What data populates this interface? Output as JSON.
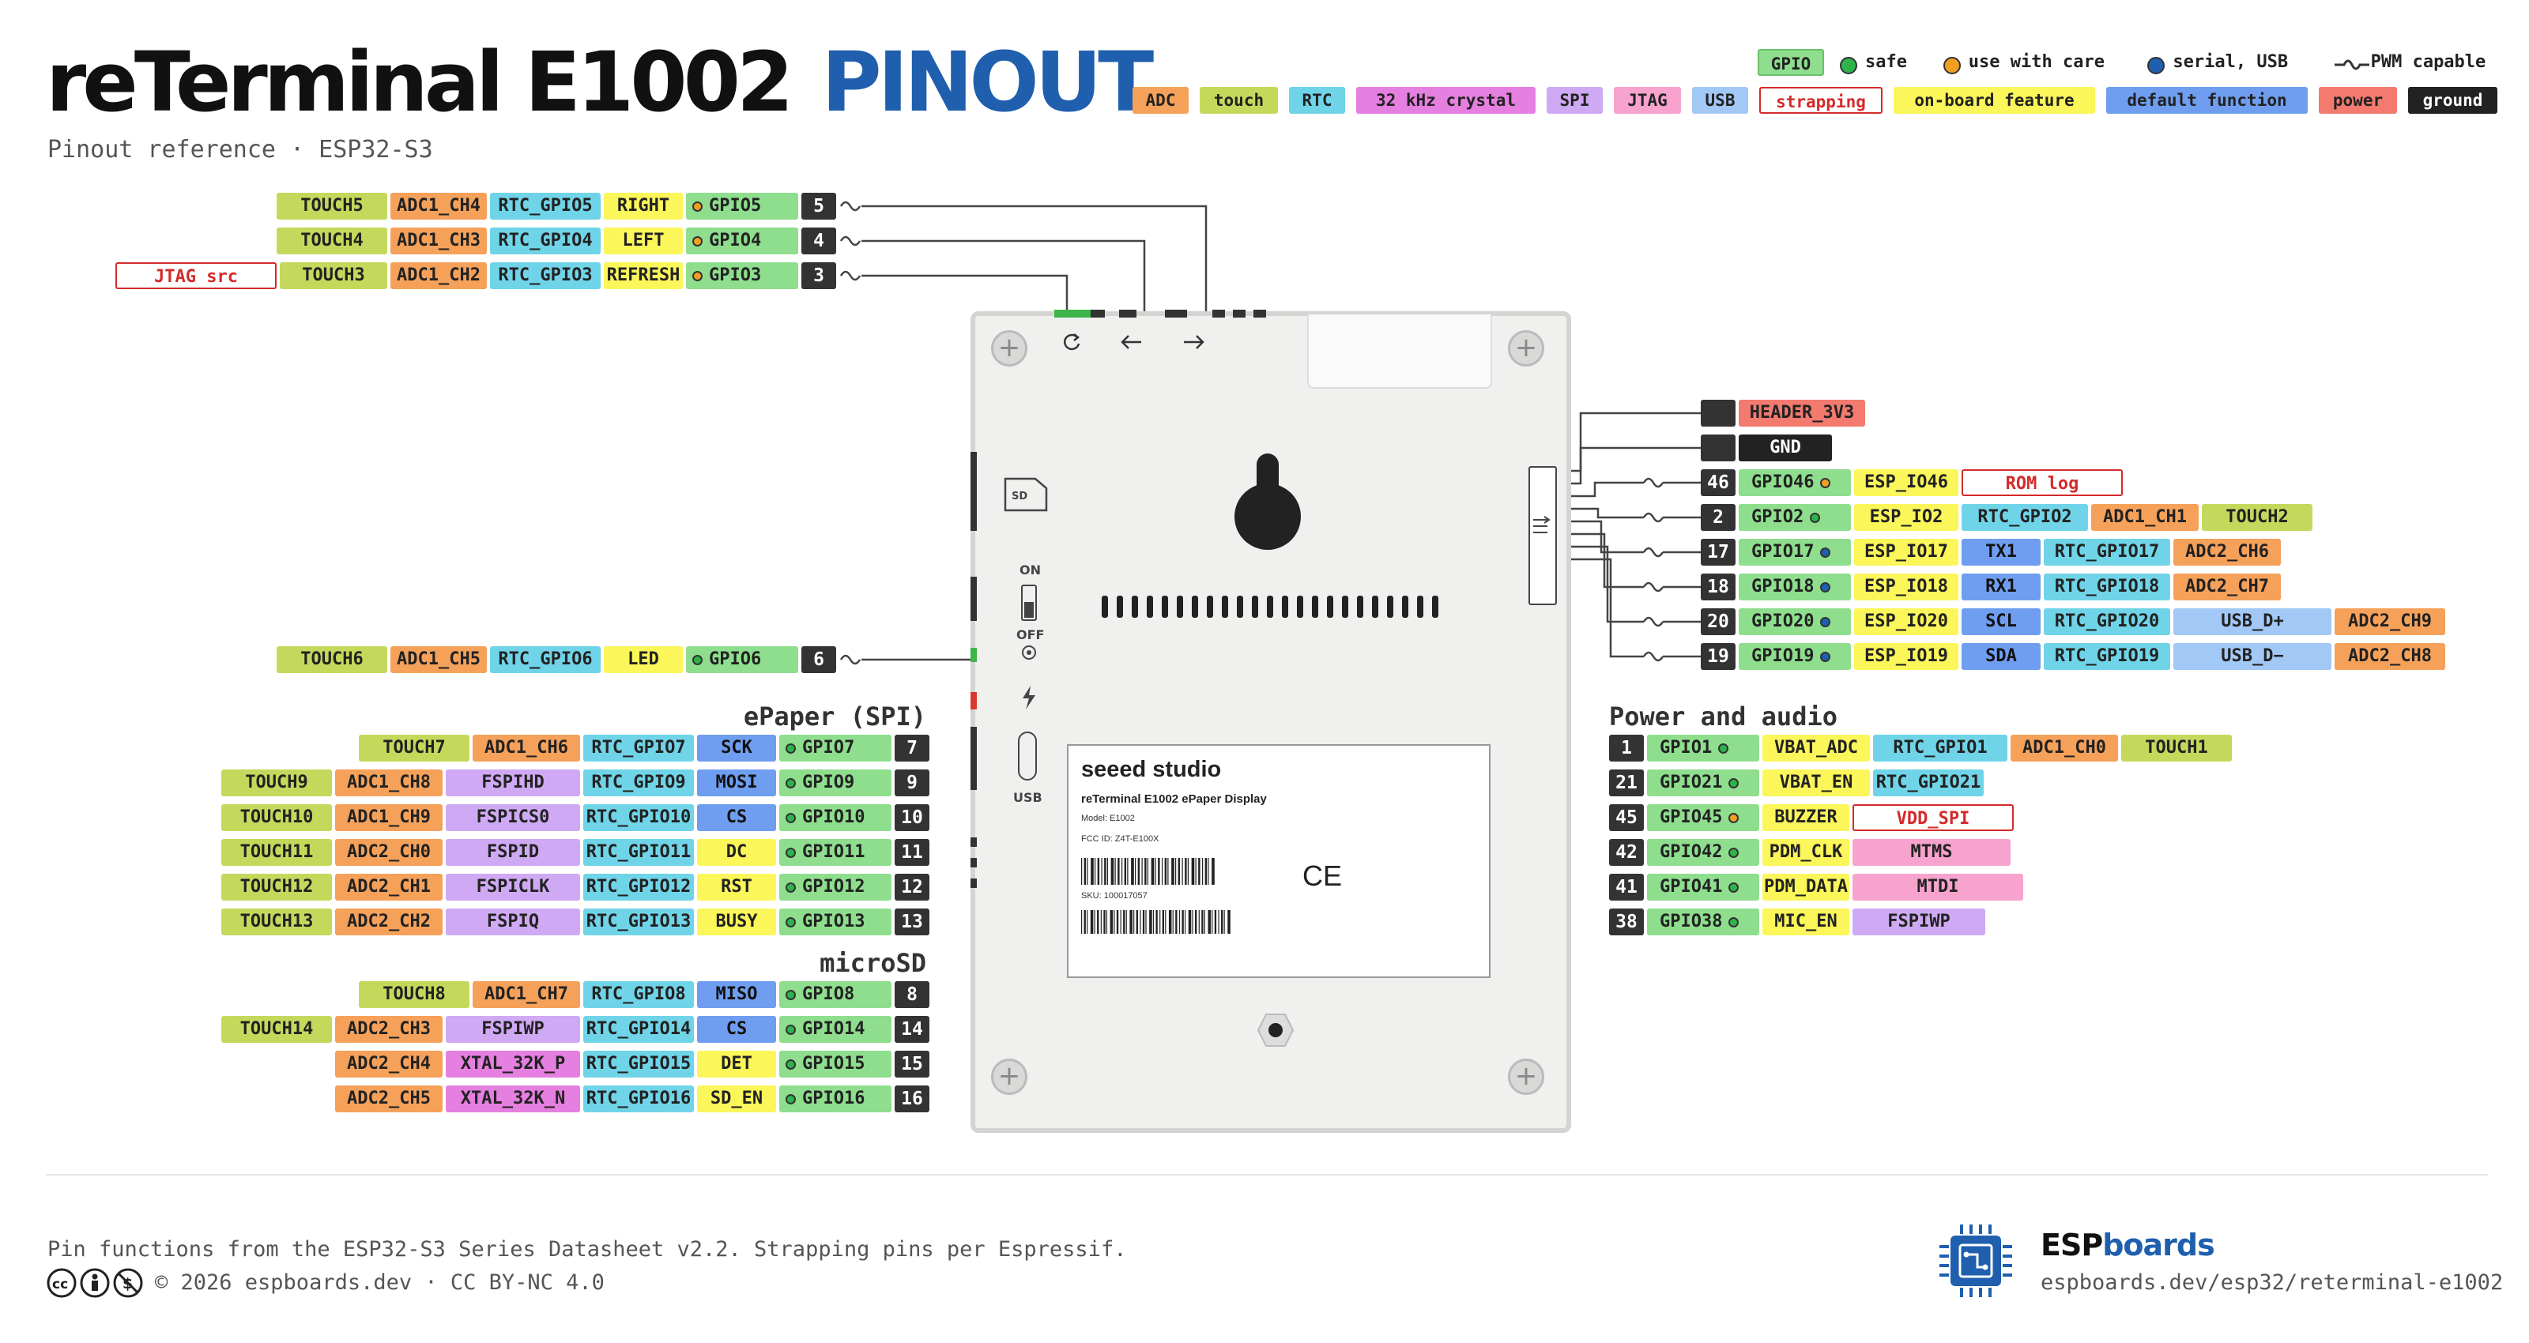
{
  "title": {
    "main": "reTerminal E1002",
    "accent": "PINOUT"
  },
  "subtitle": "Pinout reference · ESP32-S3",
  "legend": {
    "row1": [
      {
        "kind": "tag",
        "text": "GPIO",
        "bg": "#8ede8e"
      },
      {
        "kind": "dot",
        "text": "safe",
        "color": "#2db34a"
      },
      {
        "kind": "dot",
        "text": "use with care",
        "color": "#f0a020"
      },
      {
        "kind": "dot",
        "text": "serial, USB",
        "color": "#1f5fae"
      },
      {
        "kind": "pwm",
        "text": "PWM capable"
      }
    ],
    "row2": [
      {
        "text": "ADC",
        "bg": "#f5a15a"
      },
      {
        "text": "touch",
        "bg": "#c4d95c"
      },
      {
        "text": "RTC",
        "bg": "#70d4e8"
      },
      {
        "text": "32 kHz crystal",
        "bg": "#e57fe0"
      },
      {
        "text": "SPI",
        "bg": "#cfa9f3"
      },
      {
        "text": "JTAG",
        "bg": "#f7a3cd"
      },
      {
        "text": "USB",
        "bg": "#a2c8f5"
      },
      {
        "text": "strapping",
        "bg": "#ffffff",
        "fg": "#d42a2a",
        "border": "#d42a2a"
      },
      {
        "text": "on-board feature",
        "bg": "#fbf65a"
      },
      {
        "text": "default function",
        "bg": "#6f9ef0"
      },
      {
        "text": "power",
        "bg": "#f27a6e"
      },
      {
        "text": "ground",
        "bg": "#222222",
        "fg": "#ffffff"
      }
    ]
  },
  "colors": {
    "gpio": "#8ede8e",
    "adc": "#f5a15a",
    "touch": "#c4d95c",
    "rtc": "#70d4e8",
    "xtal": "#e57fe0",
    "spi": "#cfa9f3",
    "jtag": "#f7a3cd",
    "usb": "#a2c8f5",
    "onboard": "#fbf65a",
    "default": "#6f9ef0",
    "power": "#f27a6e",
    "ground": "#222222",
    "safe": "#2db34a",
    "care": "#f0a020",
    "serial": "#1f5fae"
  },
  "top_pins": [
    {
      "num": "5",
      "gpio": "GPIO5",
      "dot": "care",
      "pwm": true,
      "labels": [
        {
          "t": "TOUCH5",
          "c": "touch"
        },
        {
          "t": "ADC1_CH4",
          "c": "adc"
        },
        {
          "t": "RTC_GPIO5",
          "c": "rtc"
        },
        {
          "t": "RIGHT",
          "c": "onboard"
        }
      ]
    },
    {
      "num": "4",
      "gpio": "GPIO4",
      "dot": "care",
      "pwm": true,
      "labels": [
        {
          "t": "TOUCH4",
          "c": "touch"
        },
        {
          "t": "ADC1_CH3",
          "c": "adc"
        },
        {
          "t": "RTC_GPIO4",
          "c": "rtc"
        },
        {
          "t": "LEFT",
          "c": "onboard"
        }
      ]
    },
    {
      "num": "3",
      "gpio": "GPIO3",
      "dot": "care",
      "pwm": true,
      "labels": [
        {
          "t": "JTAG src",
          "c": "strap"
        },
        {
          "t": "TOUCH3",
          "c": "touch"
        },
        {
          "t": "ADC1_CH2",
          "c": "adc"
        },
        {
          "t": "RTC_GPIO3",
          "c": "rtc"
        },
        {
          "t": "REFRESH",
          "c": "onboard"
        }
      ]
    }
  ],
  "led_pin": {
    "num": "6",
    "gpio": "GPIO6",
    "dot": "safe",
    "pwm": true,
    "labels": [
      {
        "t": "TOUCH6",
        "c": "touch"
      },
      {
        "t": "ADC1_CH5",
        "c": "adc"
      },
      {
        "t": "RTC_GPIO6",
        "c": "rtc"
      },
      {
        "t": "LED",
        "c": "onboard"
      }
    ]
  },
  "epaper": {
    "heading": "ePaper (SPI)",
    "pins": [
      {
        "num": "7",
        "gpio": "GPIO7",
        "dot": "safe",
        "labels": [
          {
            "t": "TOUCH7",
            "c": "touch"
          },
          {
            "t": "ADC1_CH6",
            "c": "adc"
          },
          {
            "t": "RTC_GPIO7",
            "c": "rtc"
          },
          {
            "t": "SCK",
            "c": "default"
          }
        ]
      },
      {
        "num": "9",
        "gpio": "GPIO9",
        "dot": "safe",
        "labels": [
          {
            "t": "TOUCH9",
            "c": "touch"
          },
          {
            "t": "ADC1_CH8",
            "c": "adc"
          },
          {
            "t": "FSPIHD",
            "c": "spi"
          },
          {
            "t": "RTC_GPIO9",
            "c": "rtc"
          },
          {
            "t": "MOSI",
            "c": "default"
          }
        ]
      },
      {
        "num": "10",
        "gpio": "GPIO10",
        "dot": "safe",
        "labels": [
          {
            "t": "TOUCH10",
            "c": "touch"
          },
          {
            "t": "ADC1_CH9",
            "c": "adc"
          },
          {
            "t": "FSPICS0",
            "c": "spi"
          },
          {
            "t": "RTC_GPIO10",
            "c": "rtc"
          },
          {
            "t": "CS",
            "c": "default"
          }
        ]
      },
      {
        "num": "11",
        "gpio": "GPIO11",
        "dot": "safe",
        "labels": [
          {
            "t": "TOUCH11",
            "c": "touch"
          },
          {
            "t": "ADC2_CH0",
            "c": "adc"
          },
          {
            "t": "FSPID",
            "c": "spi"
          },
          {
            "t": "RTC_GPIO11",
            "c": "rtc"
          },
          {
            "t": "DC",
            "c": "onboard"
          }
        ]
      },
      {
        "num": "12",
        "gpio": "GPIO12",
        "dot": "safe",
        "labels": [
          {
            "t": "TOUCH12",
            "c": "touch"
          },
          {
            "t": "ADC2_CH1",
            "c": "adc"
          },
          {
            "t": "FSPICLK",
            "c": "spi"
          },
          {
            "t": "RTC_GPIO12",
            "c": "rtc"
          },
          {
            "t": "RST",
            "c": "onboard"
          }
        ]
      },
      {
        "num": "13",
        "gpio": "GPIO13",
        "dot": "safe",
        "labels": [
          {
            "t": "TOUCH13",
            "c": "touch"
          },
          {
            "t": "ADC2_CH2",
            "c": "adc"
          },
          {
            "t": "FSPIQ",
            "c": "spi"
          },
          {
            "t": "RTC_GPIO13",
            "c": "rtc"
          },
          {
            "t": "BUSY",
            "c": "onboard"
          }
        ]
      }
    ]
  },
  "microsd": {
    "heading": "microSD",
    "pins": [
      {
        "num": "8",
        "gpio": "GPIO8",
        "dot": "safe",
        "labels": [
          {
            "t": "TOUCH8",
            "c": "touch"
          },
          {
            "t": "ADC1_CH7",
            "c": "adc"
          },
          {
            "t": "RTC_GPIO8",
            "c": "rtc"
          },
          {
            "t": "MISO",
            "c": "default"
          }
        ]
      },
      {
        "num": "14",
        "gpio": "GPIO14",
        "dot": "safe",
        "labels": [
          {
            "t": "TOUCH14",
            "c": "touch"
          },
          {
            "t": "ADC2_CH3",
            "c": "adc"
          },
          {
            "t": "FSPIWP",
            "c": "spi"
          },
          {
            "t": "RTC_GPIO14",
            "c": "rtc"
          },
          {
            "t": "CS",
            "c": "default"
          }
        ]
      },
      {
        "num": "15",
        "gpio": "GPIO15",
        "dot": "safe",
        "labels": [
          {
            "t": "ADC2_CH4",
            "c": "adc"
          },
          {
            "t": "XTAL_32K_P",
            "c": "xtal"
          },
          {
            "t": "RTC_GPIO15",
            "c": "rtc"
          },
          {
            "t": "DET",
            "c": "onboard"
          }
        ]
      },
      {
        "num": "16",
        "gpio": "GPIO16",
        "dot": "safe",
        "labels": [
          {
            "t": "ADC2_CH5",
            "c": "adc"
          },
          {
            "t": "XTAL_32K_N",
            "c": "xtal"
          },
          {
            "t": "RTC_GPIO16",
            "c": "rtc"
          },
          {
            "t": "SD_EN",
            "c": "onboard"
          }
        ]
      }
    ]
  },
  "header_pins": [
    {
      "kind": "power",
      "text": "HEADER_3V3"
    },
    {
      "kind": "ground",
      "text": "GND"
    },
    {
      "num": "46",
      "gpio": "GPIO46",
      "dot": "care",
      "pwm": true,
      "labels": [
        {
          "t": "ESP_IO46",
          "c": "onboard"
        },
        {
          "t": "ROM log",
          "c": "strap"
        }
      ]
    },
    {
      "num": "2",
      "gpio": "GPIO2",
      "dot": "safe",
      "pwm": true,
      "labels": [
        {
          "t": "ESP_IO2",
          "c": "onboard"
        },
        {
          "t": "RTC_GPIO2",
          "c": "rtc"
        },
        {
          "t": "ADC1_CH1",
          "c": "adc"
        },
        {
          "t": "TOUCH2",
          "c": "touch"
        }
      ]
    },
    {
      "num": "17",
      "gpio": "GPIO17",
      "dot": "serial",
      "pwm": true,
      "labels": [
        {
          "t": "ESP_IO17",
          "c": "onboard"
        },
        {
          "t": "TX1",
          "c": "default"
        },
        {
          "t": "RTC_GPIO17",
          "c": "rtc"
        },
        {
          "t": "ADC2_CH6",
          "c": "adc"
        }
      ]
    },
    {
      "num": "18",
      "gpio": "GPIO18",
      "dot": "serial",
      "pwm": true,
      "labels": [
        {
          "t": "ESP_IO18",
          "c": "onboard"
        },
        {
          "t": "RX1",
          "c": "default"
        },
        {
          "t": "RTC_GPIO18",
          "c": "rtc"
        },
        {
          "t": "ADC2_CH7",
          "c": "adc"
        }
      ]
    },
    {
      "num": "20",
      "gpio": "GPIO20",
      "dot": "serial",
      "pwm": true,
      "labels": [
        {
          "t": "ESP_IO20",
          "c": "onboard"
        },
        {
          "t": "SCL",
          "c": "default"
        },
        {
          "t": "RTC_GPIO20",
          "c": "rtc"
        },
        {
          "t": "USB_D+",
          "c": "usb"
        },
        {
          "t": "ADC2_CH9",
          "c": "adc"
        }
      ]
    },
    {
      "num": "19",
      "gpio": "GPIO19",
      "dot": "serial",
      "pwm": true,
      "labels": [
        {
          "t": "ESP_IO19",
          "c": "onboard"
        },
        {
          "t": "SDA",
          "c": "default"
        },
        {
          "t": "RTC_GPIO19",
          "c": "rtc"
        },
        {
          "t": "USB_D−",
          "c": "usb"
        },
        {
          "t": "ADC2_CH8",
          "c": "adc"
        }
      ]
    }
  ],
  "power_audio": {
    "heading": "Power and audio",
    "pins": [
      {
        "num": "1",
        "gpio": "GPIO1",
        "dot": "safe",
        "labels": [
          {
            "t": "VBAT_ADC",
            "c": "onboard"
          },
          {
            "t": "RTC_GPIO1",
            "c": "rtc"
          },
          {
            "t": "ADC1_CH0",
            "c": "adc"
          },
          {
            "t": "TOUCH1",
            "c": "touch"
          }
        ]
      },
      {
        "num": "21",
        "gpio": "GPIO21",
        "dot": "safe",
        "labels": [
          {
            "t": "VBAT_EN",
            "c": "onboard"
          },
          {
            "t": "RTC_GPIO21",
            "c": "rtc"
          }
        ]
      },
      {
        "num": "45",
        "gpio": "GPIO45",
        "dot": "care",
        "labels": [
          {
            "t": "BUZZER",
            "c": "onboard"
          },
          {
            "t": "VDD_SPI",
            "c": "strap"
          }
        ]
      },
      {
        "num": "42",
        "gpio": "GPIO42",
        "dot": "safe",
        "labels": [
          {
            "t": "PDM_CLK",
            "c": "onboard"
          },
          {
            "t": "MTMS",
            "c": "jtag"
          }
        ]
      },
      {
        "num": "41",
        "gpio": "GPIO41",
        "dot": "safe",
        "labels": [
          {
            "t": "PDM_DATA",
            "c": "onboard"
          },
          {
            "t": "MTDI",
            "c": "jtag"
          }
        ]
      },
      {
        "num": "38",
        "gpio": "GPIO38",
        "dot": "safe",
        "labels": [
          {
            "t": "MIC_EN",
            "c": "onboard"
          },
          {
            "t": "FSPIWP",
            "c": "spi"
          }
        ]
      }
    ]
  },
  "board": {
    "sd_label": "SD",
    "switch_on": "ON",
    "switch_off": "OFF",
    "usb_label": "USB",
    "sticker": {
      "brand": "seeed studio",
      "product": "reTerminal E1002 ePaper Display",
      "model": "Model: E1002",
      "fcc": "FCC ID: Z4T-E100X",
      "sku": "SKU: 100017057",
      "ce": "CE"
    },
    "button_icons": [
      "refresh-icon",
      "arrow-left-icon",
      "arrow-right-icon"
    ]
  },
  "footer": {
    "source": "Pin functions from the ESP32-S3 Series Datasheet v2.2. Strapping pins per Espressif.",
    "license": "© 2026 espboards.dev · CC BY-NC 4.0",
    "brand_a": "ESP",
    "brand_b": "boards",
    "url": "espboards.dev/esp32/reterminal-e1002"
  }
}
